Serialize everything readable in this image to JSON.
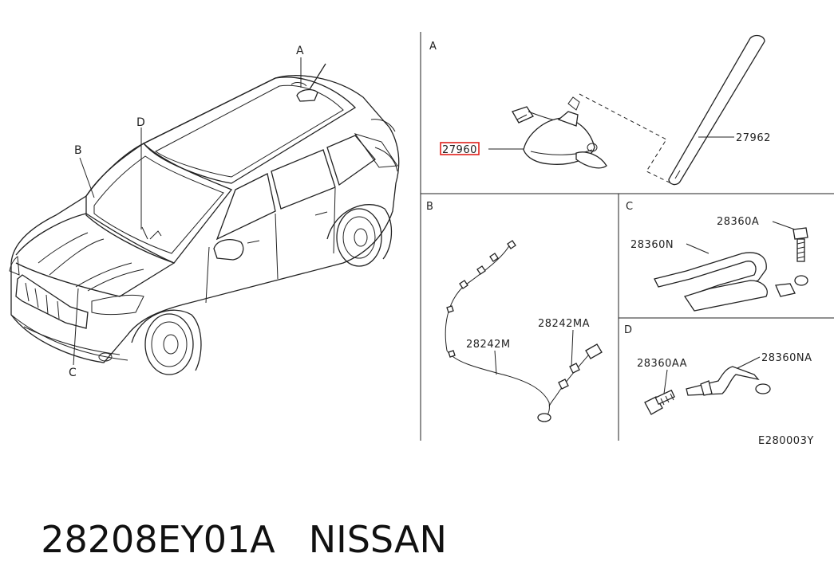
{
  "callouts": {
    "overview": {
      "A": "A",
      "B": "B",
      "C": "C",
      "D": "D"
    },
    "panels": {
      "A": "A",
      "B": "B",
      "C": "C",
      "D": "D"
    }
  },
  "parts": {
    "antenna_base": "27960",
    "antenna_rod": "27962",
    "feeder_cable": "28242M",
    "feeder_cable_sub": "28242MA",
    "ground_strap_c": "28360N",
    "bolt_c": "28360A",
    "ground_strap_d": "28360NA",
    "bolt_d": "28360AA"
  },
  "diagram_code": "E280003Y",
  "highlight_color": "#e0201b",
  "caption": {
    "part_number": "28208EY01A",
    "brand": "NISSAN"
  }
}
